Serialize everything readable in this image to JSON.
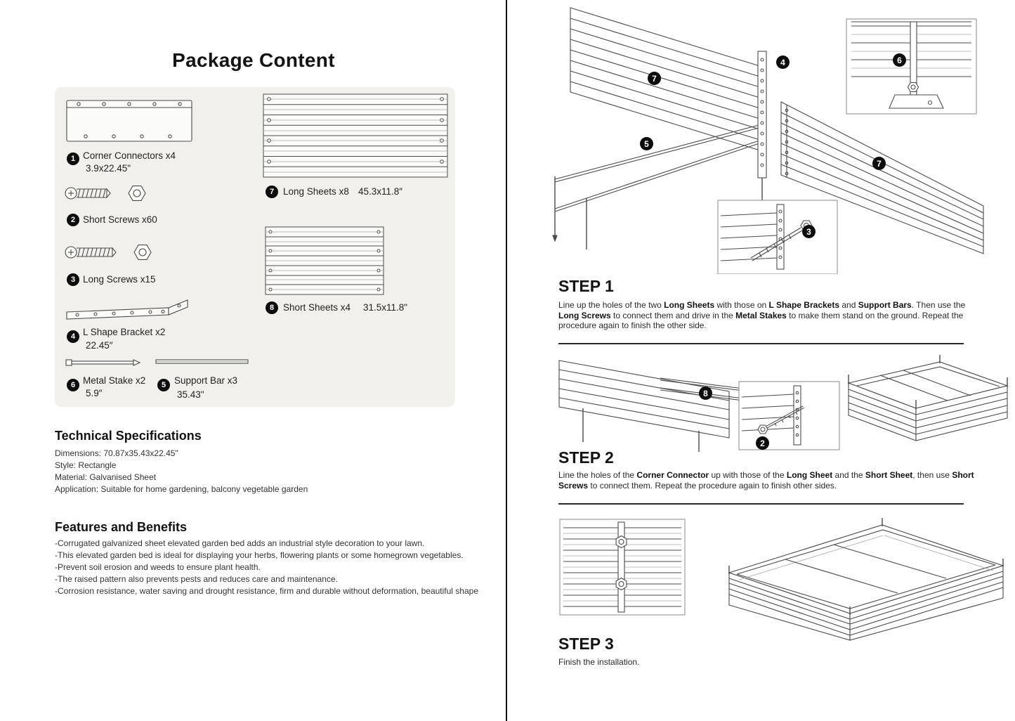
{
  "package": {
    "title": "Package Content",
    "parts": [
      {
        "num": "1",
        "label": "Corner Connectors x4",
        "dim": "3.9x22.45\""
      },
      {
        "num": "2",
        "label": "Short Screws x60",
        "dim": ""
      },
      {
        "num": "3",
        "label": "Long Screws x15",
        "dim": ""
      },
      {
        "num": "4",
        "label": "L Shape Bracket x2",
        "dim": "22.45″"
      },
      {
        "num": "6",
        "label": "Metal Stake x2",
        "dim": "5.9″"
      },
      {
        "num": "5",
        "label": "Support Bar x3",
        "dim": "35.43\""
      },
      {
        "num": "7",
        "label": "Long Sheets x8",
        "dim": "45.3x11.8″"
      },
      {
        "num": "8",
        "label": "Short Sheets x4",
        "dim": "31.5x11.8\""
      }
    ]
  },
  "specs": {
    "title": "Technical Specifications",
    "rows": [
      "Dimensions: 70.87x35.43x22.45\"",
      "Style: Rectangle",
      "Material: Galvanised Sheet",
      "Application: Suitable for home gardening, balcony vegetable garden"
    ]
  },
  "features": {
    "title": "Features and Benefits",
    "items": [
      "-Corrugated galvanized sheet elevated garden bed adds an industrial style decoration to your lawn.",
      "-This elevated garden bed is ideal for displaying your herbs, flowering plants or some homegrown vegetables.",
      "-Prevent soil erosion and weeds to ensure plant health.",
      "-The raised pattern also prevents pests and reduces care and maintenance.",
      "-Corrosion resistance, water saving and drought resistance, firm and durable without deformation, beautiful shape"
    ]
  },
  "steps": [
    {
      "title": "STEP 1",
      "text": [
        {
          "t": "Line up the holes of the two "
        },
        {
          "t": "Long Sheets",
          "b": 1
        },
        {
          "t": " with those on "
        },
        {
          "t": "L Shape Brackets",
          "b": 1
        },
        {
          "t": " and "
        },
        {
          "t": "Support Bars",
          "b": 1
        },
        {
          "t": ". Then use the "
        },
        {
          "t": "Long Screws",
          "b": 1
        },
        {
          "t": " to connect them and drive in the "
        },
        {
          "t": "Metal Stakes",
          "b": 1
        },
        {
          "t": " to make them stand on the ground. Repeat the procedure again to finish the other side."
        }
      ]
    },
    {
      "title": "STEP 2",
      "text": [
        {
          "t": "Line the holes of the "
        },
        {
          "t": "Corner Connector",
          "b": 1
        },
        {
          "t": " up with those of the "
        },
        {
          "t": "Long Sheet",
          "b": 1
        },
        {
          "t": " and the "
        },
        {
          "t": "Short Sheet",
          "b": 1
        },
        {
          "t": ", then use "
        },
        {
          "t": "Short Screws",
          "b": 1
        },
        {
          "t": " to connect them. Repeat the procedure again to finish other sides."
        }
      ]
    },
    {
      "title": "STEP 3",
      "text": [
        {
          "t": "Finish the installation."
        }
      ]
    }
  ],
  "callouts": {
    "step1": [
      "7",
      "4",
      "6",
      "5",
      "3",
      "7"
    ],
    "step2": [
      "8",
      "2"
    ]
  },
  "colors": {
    "line": "#4a4a4a",
    "badge": "#0d0d0d",
    "panel_bg": "#f1f0ed"
  }
}
